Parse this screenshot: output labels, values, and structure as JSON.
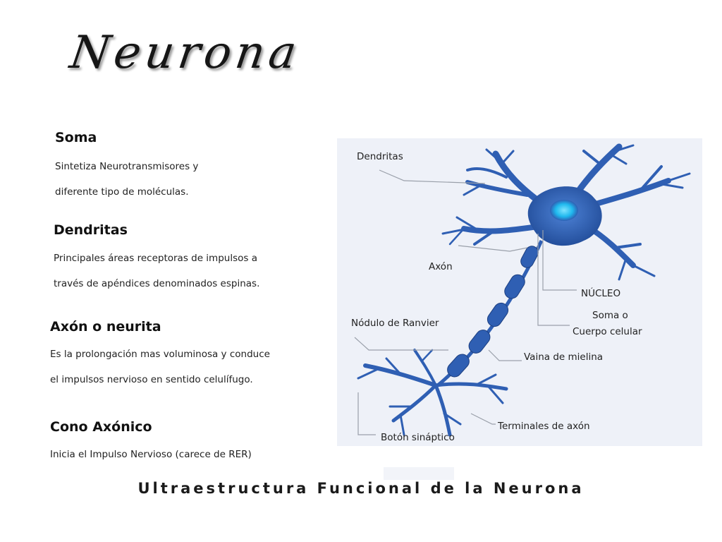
{
  "title": "Neurona",
  "sections": [
    {
      "heading": "Soma",
      "lines": [
        "Sintetiza Neurotransmisores y",
        "diferente tipo de moléculas."
      ]
    },
    {
      "heading": "Dendritas",
      "lines": [
        "Principales áreas receptoras de impulsos a",
        "través  de apéndices denominados espinas."
      ]
    },
    {
      "heading": "Axón o neurita",
      "lines": [
        "Es la prolongación mas voluminosa y conduce",
        "el impulsos nervioso en sentido celulífugo."
      ]
    },
    {
      "heading": "Cono Axónico",
      "lines": [
        "Inicia el Impulso Nervioso (carece de RER)"
      ]
    }
  ],
  "diagram": {
    "labels": {
      "dendritas": "Dendritas",
      "axon": "Axón",
      "nucleo": "NÚCLEO",
      "soma_line1": "Soma o",
      "soma_line2": "Cuerpo celular",
      "nodulo": "Nódulo de Ranvier",
      "vaina": "Vaina de mielina",
      "terminales": "Terminales de axón",
      "boton": "Botón sináptico"
    },
    "colors": {
      "neuron": "#2f5fb3",
      "nucleus": "#1fb8ee",
      "background": "#eef1f8"
    }
  },
  "footer": "Ultraestructura  Funcional  de  la  Neurona"
}
